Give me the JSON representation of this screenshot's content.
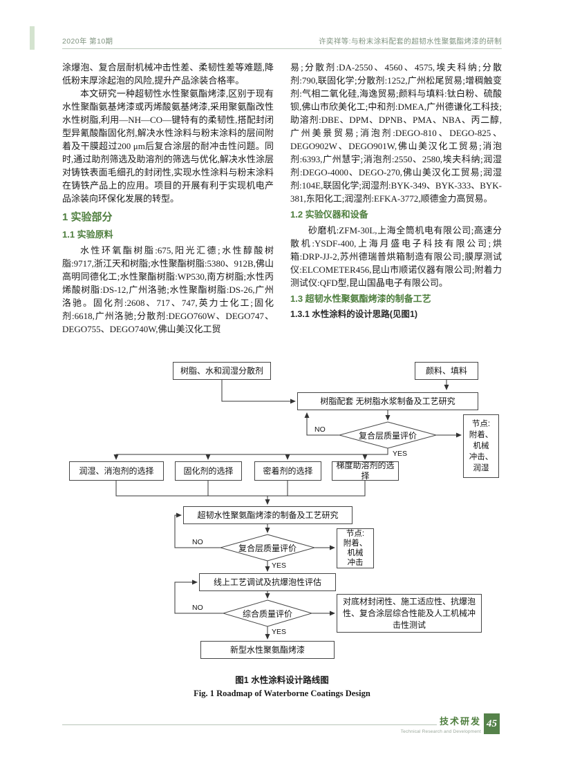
{
  "header": {
    "left": "2020年 第10期",
    "right": "许奕祥等:与粉末涂料配套的超韧水性聚氨酯烤漆的研制"
  },
  "article": {
    "left": {
      "p1": "涂爆泡、复合层耐机械冲击性差、柔韧性差等难题,降低粉末厚涂起泡的风险,提升产品涂装合格率。",
      "p2": "本文研究一种超韧性水性聚氨酯烤漆,区别于现有水性聚酯氨基烤漆或丙烯酸氨基烤漆,采用聚氨酯改性水性树脂,利用—NH—CO—键特有的柔韧性,搭配封闭型异氰酸酯固化剂,解决水性涂料与粉末涂料的层间附着及干膜超过200 μm后复合涂层的耐冲击性问题。同时,通过助剂筛选及助溶剂的筛选与优化,解决水性涂层对铸铁表面毛细孔的封闭性,实现水性涂料与粉末涂料在铸铁产品上的应用。项目的开展有利于实现机电产品涂装向环保化发展的转型。",
      "h1": "1  实验部分",
      "h1_1": "1.1  实验原料",
      "p3": "水性环氧酯树脂:675,阳光汇德;水性醇酸树脂:9717,浙江天和树脂;水性聚酯树脂:5380、912B,佛山高明同德化工;水性聚酯树脂:WP530,南方树脂;水性丙烯酸树脂:DS-12,广州洛驰;水性聚酯树脂:DS-26,广州洛驰。固化剂:2608、717、747,英力士化工;固化剂:6618,广州洛驰;分散剂:DEGO760W、DEGO747、DEGO755、DEGO740W,佛山美汉化工贸"
    },
    "right": {
      "p1": "易;分散剂:DA-2550、4560、4575,埃夫科纳;分散剂:790,联固化学;分散剂:1252,广州松尾贸易;增稠触变剂:气相二氧化硅,海逸贸易;颜料与填料:钛白粉、硫酸钡,佛山市欣美化工;中和剂:DMEA,广州德谦化工科技;助溶剂:DBE、DPM、DPNB、PMA、NBA、丙二醇,广州美景贸易;消泡剂:DEGO-810、DEGO-825、DEGO902W、DEGO901W,佛山美汉化工贸易;消泡剂:6393,广州慧宇;消泡剂:2550、2580,埃夫科纳;润湿剂:DEGO-4000、DEGO-270,佛山美汉化工贸易;润湿剂:104E,联固化学;润湿剂:BYK-349、BYK-333、BYK-381,东阳化工;润湿剂:EFKA-3772,顺德金力高贸易。",
      "h1_2": "1.2  实验仪器和设备",
      "p2": "砂磨机:ZFM-30L,上海全筒机电有限公司;高速分散机:YSDF-400,上海月盛电子科技有限公司;烘箱:DRP-JJ-2,苏州德瑞普烘箱制造有限公司;膜厚测试仪:ELCOMETER456,昆山市顺诺仪器有限公司;附着力测试仪:QFD型,昆山国晶电子有限公司。",
      "h1_3": "1.3  超韧水性聚氨酯烤漆的制备工艺",
      "h1_3_1": "1.3.1  水性涂料的设计思路(见图1)"
    }
  },
  "flowchart": {
    "nodes": {
      "materials": "树脂、水和润湿分散剂",
      "pigments": "颜料、填料",
      "resin_matching": "树脂配套  无树脂水浆制备及工艺研究",
      "quality1": "复合层质量评价",
      "checkpoint1": "节点:\n附着、\n机械\n冲击、\n润湿",
      "sel_wetting": "润湿、消泡剂的选择",
      "sel_curing": "固化剂的选择",
      "sel_adhesion": "密着剂的选择",
      "sel_cosolvent": "梯度助溶剂的选择",
      "preparation": "超韧水性聚氨酯烤漆的制备及工艺研究",
      "quality2": "复合层质量评价",
      "checkpoint2": "节点:\n附着、\n机械\n冲击",
      "online_test": "线上工艺调试及抗爆泡性评估",
      "quality3": "综合质量评价",
      "final_test": "对底材封闭性、施工适应性、抗爆泡性、复合涂层综合性能及人工机械冲击性测试",
      "product": "新型水性聚氨酯烤漆"
    },
    "labels": {
      "no": "NO",
      "yes": "YES"
    }
  },
  "caption": {
    "zh": "图1  水性涂料设计路线图",
    "en": "Fig. 1  Roadmap of Waterborne Coatings Design"
  },
  "footer": {
    "section_zh": "技术研发",
    "section_en": "Technical Research and Development",
    "page_number": "45"
  }
}
